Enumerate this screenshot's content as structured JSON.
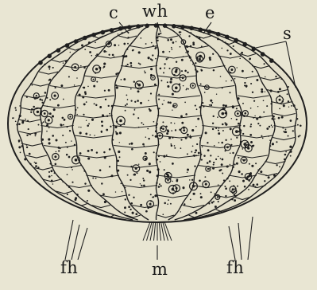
{
  "figure": {
    "subject": "sea urchin test (side view)",
    "labels": {
      "c": "c",
      "wh": "wh",
      "e": "e",
      "s": "s",
      "fh_left": "fh",
      "m": "m",
      "fh_right": "fh"
    },
    "colors": {
      "paper": "#e9e6d3",
      "ink": "#1f1f1f",
      "plate_fill": "#e4e0cb"
    }
  }
}
